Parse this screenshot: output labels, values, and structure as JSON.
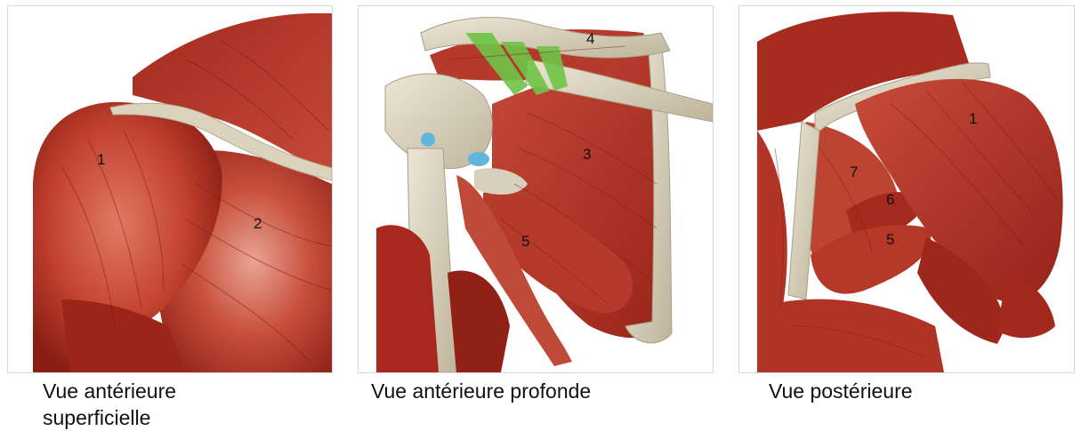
{
  "panels": [
    {
      "caption_line1": "Vue antérieure",
      "caption_line2": "superficielle",
      "labels": [
        "1",
        "2"
      ]
    },
    {
      "caption_line1": "Vue antérieure profonde",
      "labels": [
        "4",
        "3",
        "5"
      ]
    },
    {
      "caption_line1": "Vue postérieure",
      "labels": [
        "1",
        "7",
        "6",
        "5"
      ]
    }
  ],
  "colors": {
    "muscle_dark": "#8e1f16",
    "muscle": "#b8382a",
    "muscle_light": "#d76a56",
    "bone": "#ddd6c2",
    "ligament": "#72c84a",
    "cartilage": "#5fb7dd"
  }
}
